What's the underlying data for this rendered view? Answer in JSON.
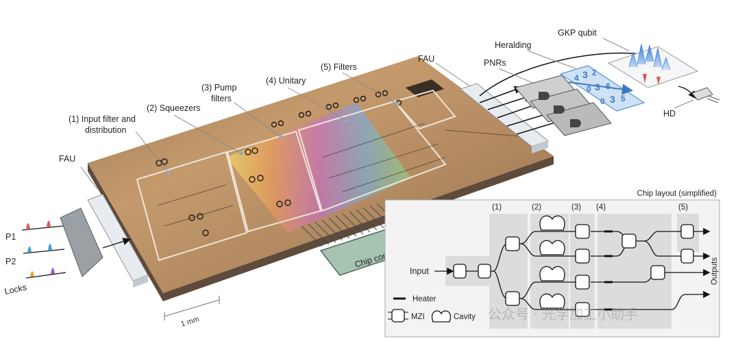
{
  "labels": {
    "fau_left": "FAU",
    "fau_right": "FAU",
    "input_filter_line1": "(1) Input filter and",
    "input_filter_line2": "distribution",
    "squeezers": "(2) Squeezers",
    "pump_filters_line1": "(3) Pump",
    "pump_filters_line2": "filters",
    "unitary": "(4) Unitary",
    "filters": "(5) Filters",
    "heralding": "Heralding",
    "pnrs": "PNRs",
    "gkp_qubit": "GKP qubit",
    "hd": "HD",
    "p1": "P1",
    "p2": "P2",
    "locks": "Locks",
    "chip_control": "Chip control",
    "scale": "1 mm"
  },
  "inset": {
    "title": "Chip layout (simplified)",
    "stages": [
      "(1)",
      "(2)",
      "(3)",
      "(4)",
      "(5)"
    ],
    "input_label": "Input",
    "outputs_label": "Outputs",
    "legend": {
      "heater": "Heater",
      "mzi": "MZI",
      "cavity": "Cavity"
    }
  },
  "photon_numbers": [
    "4",
    "3",
    "2",
    "0",
    "3",
    "6",
    "0",
    "3",
    "5"
  ],
  "watermark": "公众号 · 光学加工小助手",
  "colors": {
    "chip_top": "#b08a63",
    "chip_side": "#6e5a48",
    "fau_fill": "#e8ecf0",
    "heralding_blue": "#6fa6d8",
    "chip_control_fill": "#a7c4b2",
    "inset_bg": "#f3f3f3",
    "stage_shade": "#dcdcdc"
  }
}
